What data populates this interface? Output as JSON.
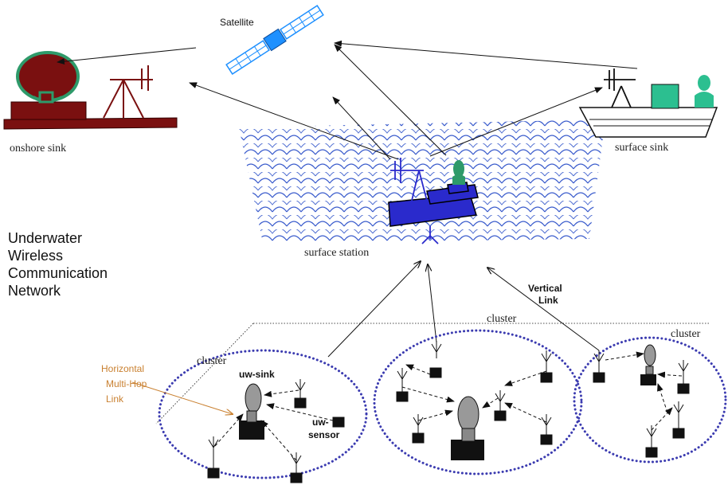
{
  "title_lines": [
    "Underwater",
    "Wireless",
    "Communication",
    "Network"
  ],
  "labels": {
    "satellite": "Satellite",
    "onshore_sink": "onshore sink",
    "surface_sink": "surface sink",
    "surface_station": "surface station",
    "vertical_link_1": "Vertical",
    "vertical_link_2": "Link",
    "cluster_left": "cluster",
    "cluster_mid": "cluster",
    "cluster_right": "cluster",
    "uw_sink": "uw-sink",
    "uw_sensor_1": "uw-",
    "uw_sensor_2": "sensor",
    "horizontal_1": "Horizontal",
    "horizontal_2": "Multi-Hop",
    "horizontal_3": "Link"
  },
  "colors": {
    "ship_red": "#7a1010",
    "green": "#2e9a6a",
    "station_blue": "#2a2acc",
    "satellite_blue": "#1e90ff",
    "wave_blue": "#3a5ccc",
    "cluster_dots": "#3b3bb0",
    "horizontal_label": "#c98030"
  }
}
